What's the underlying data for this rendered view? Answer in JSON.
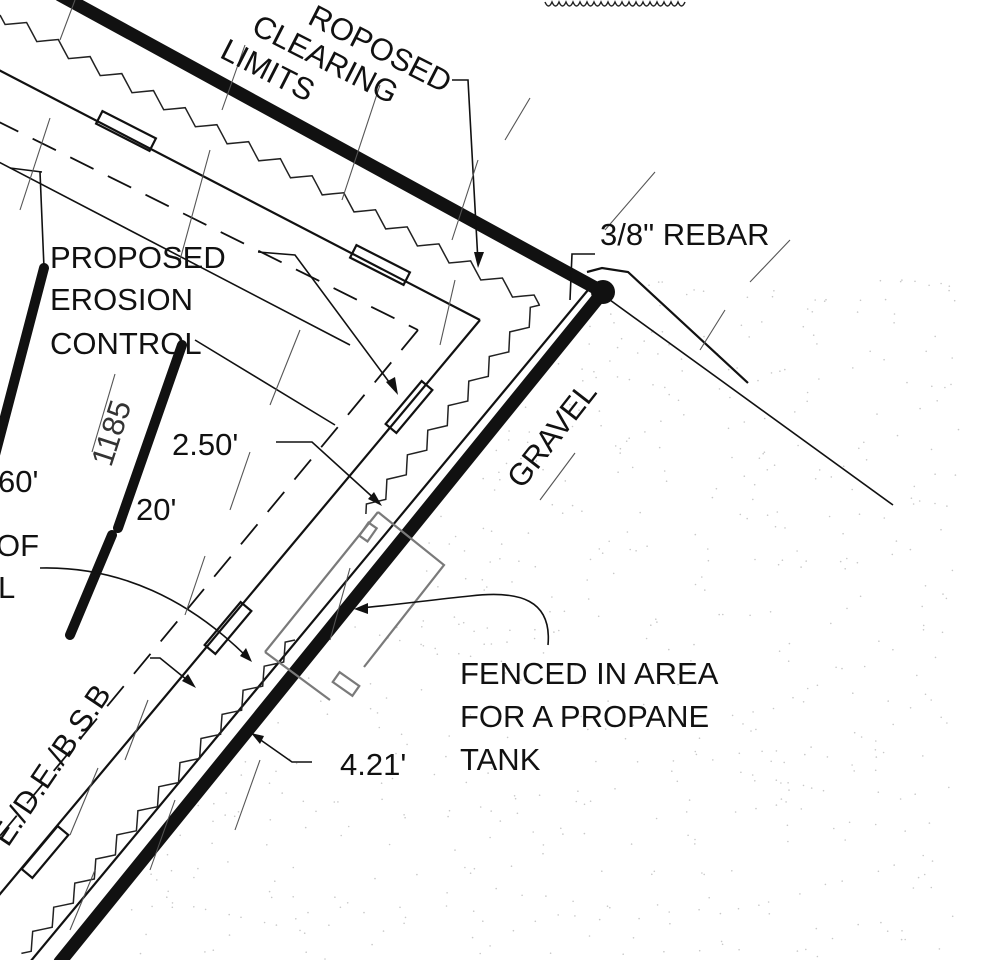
{
  "labels": {
    "clearing_limits": [
      "ROPOSED",
      "CLEARING",
      "LIMITS"
    ],
    "erosion_control": [
      "PROPOSED",
      "EROSION",
      "CONTROL"
    ],
    "rebar": "3/8\" REBAR",
    "gravel": "GRAVEL",
    "dim_250": "2.50'",
    "dim_421": "4.21'",
    "contour_1185": "1185",
    "dim_60": "60'",
    "dim_20": "20'",
    "of_text": "OF",
    "l_text": "L",
    "easement": "E./D.E./B.S.B",
    "fenced_area": [
      "FENCED IN AREA",
      "FOR A PROPANE",
      "TANK"
    ]
  },
  "colors": {
    "ink": "#111111",
    "fence": "#7a7a7a",
    "background": "#ffffff"
  }
}
